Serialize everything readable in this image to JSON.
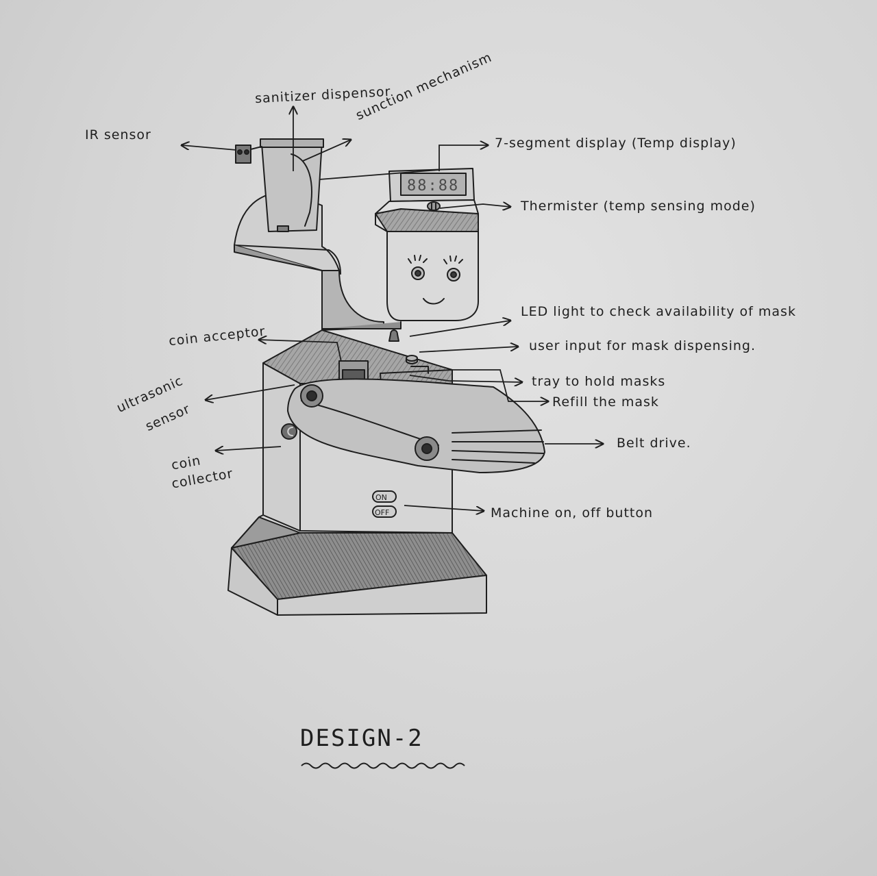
{
  "title": "DESIGN-2",
  "labels": {
    "ir_sensor": "IR sensor",
    "sanitizer_dispenser": "sanitizer dispensor",
    "suction_mechanism": "sunction mechanism",
    "segment_display": "7-segment display (Temp display)",
    "thermistor": "Thermister (temp sensing mode)",
    "led_light": "LED light to check availability of mask",
    "user_input": "user input for mask dispensing.",
    "coin_acceptor": "coin acceptor",
    "tray": "tray to hold masks",
    "refill": "Refill the mask",
    "ultrasonic_sensor_1": "ultrasonic",
    "ultrasonic_sensor_2": "sensor",
    "belt_drive": "Belt drive.",
    "coin_collector_1": "coin",
    "coin_collector_2": "collector",
    "on_label": "ON",
    "off_label": "OFF",
    "on_off_button": "Machine on, off button"
  },
  "display_digits": "88:88",
  "colors": {
    "paper": "#d9d9d9",
    "ink": "#1e1e1e",
    "shade": "#9a9a9a",
    "dark_shade": "#6e6e6e"
  }
}
